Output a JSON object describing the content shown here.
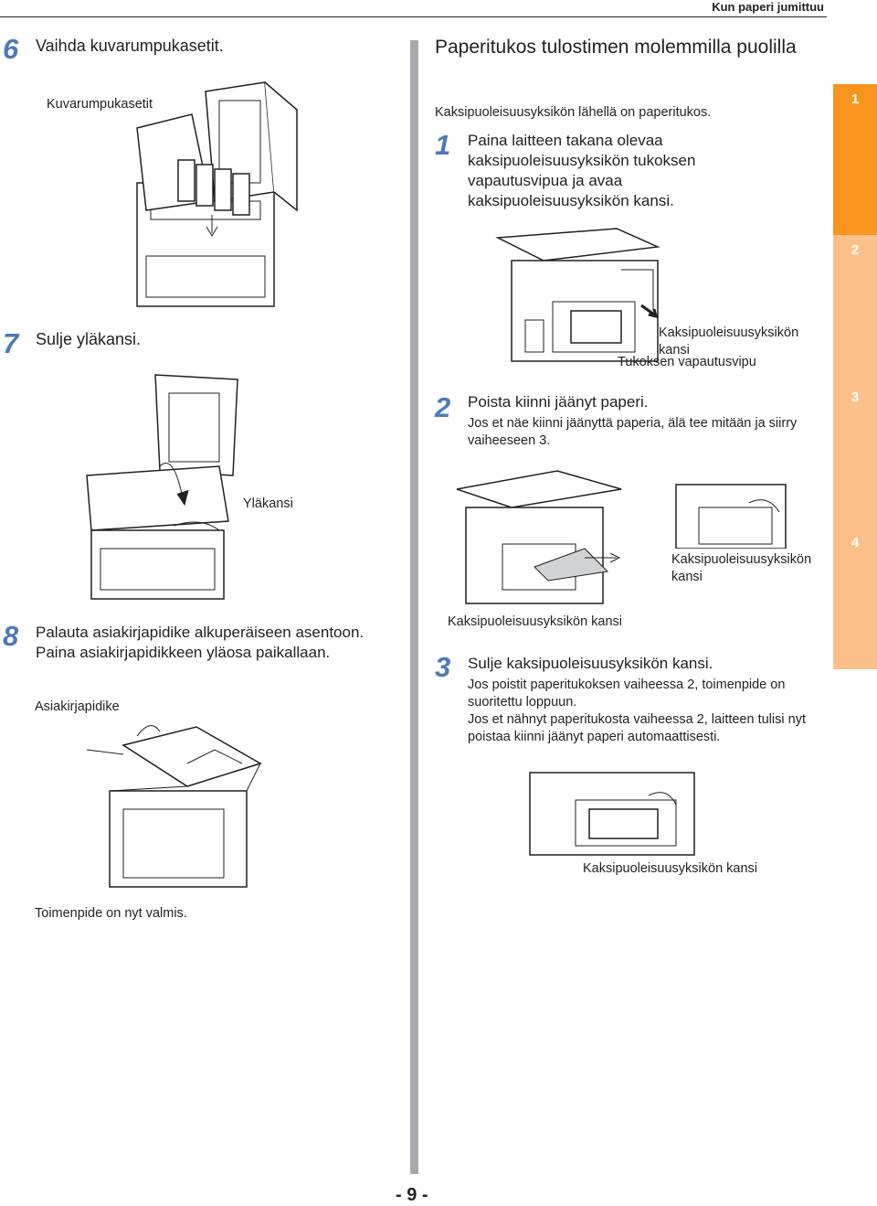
{
  "header": {
    "title": "Kun paperi jumittuu"
  },
  "left": {
    "step6": {
      "num": "6",
      "title": "Vaihda kuvarumpukasetit.",
      "label": "Kuvarumpukasetit"
    },
    "step7": {
      "num": "7",
      "title": "Sulje yläkansi.",
      "label": "Yläkansi"
    },
    "step8": {
      "num": "8",
      "title": "Palauta asiakirjapidike alkuperäiseen asentoon. Paina asiakirjapidikkeen yläosa paikallaan.",
      "label": "Asiakirjapidike"
    },
    "done": "Toimenpide on nyt valmis."
  },
  "right": {
    "section_title": "Paperitukos tulostimen molemmilla puolilla",
    "intro": "Kaksipuoleisuusyksikön lähellä on paperitukos.",
    "step1": {
      "num": "1",
      "title": "Paina laitteen takana olevaa kaksipuoleisuusyksikön tukoksen vapautusvipua ja avaa kaksipuoleisuusyksikön kansi.",
      "label_cover": "Kaksipuoleisuusyksikön kansi",
      "label_lever": "Tukoksen vapautusvipu"
    },
    "step2": {
      "num": "2",
      "title": "Poista kiinni jäänyt paperi.",
      "body": "Jos et näe kiinni jäänyttä paperia, älä tee mitään ja siirry vaiheeseen 3.",
      "label_cover": "Kaksipuoleisuusyksikön kansi",
      "label_bottom": "Kaksipuoleisuusyksikön kansi"
    },
    "step3": {
      "num": "3",
      "title": "Sulje kaksipuoleisuusyksikön kansi.",
      "body1": "Jos poistit paperitukoksen vaiheessa 2, toimenpide on suoritettu loppuun.",
      "body2": "Jos et nähnyt paperitukosta vaiheessa 2, laitteen tulisi nyt poistaa kiinni jäänyt paperi automaattisesti.",
      "label": "Kaksipuoleisuusyksikön kansi"
    }
  },
  "tabs": [
    {
      "label": "1",
      "color": "#f7941d"
    },
    {
      "label": "2",
      "color": "#fbc08a"
    },
    {
      "label": "3",
      "color": "#fbc08a"
    },
    {
      "label": "4",
      "color": "#fbc08a"
    }
  ],
  "footer": {
    "page": "- 9 -"
  }
}
